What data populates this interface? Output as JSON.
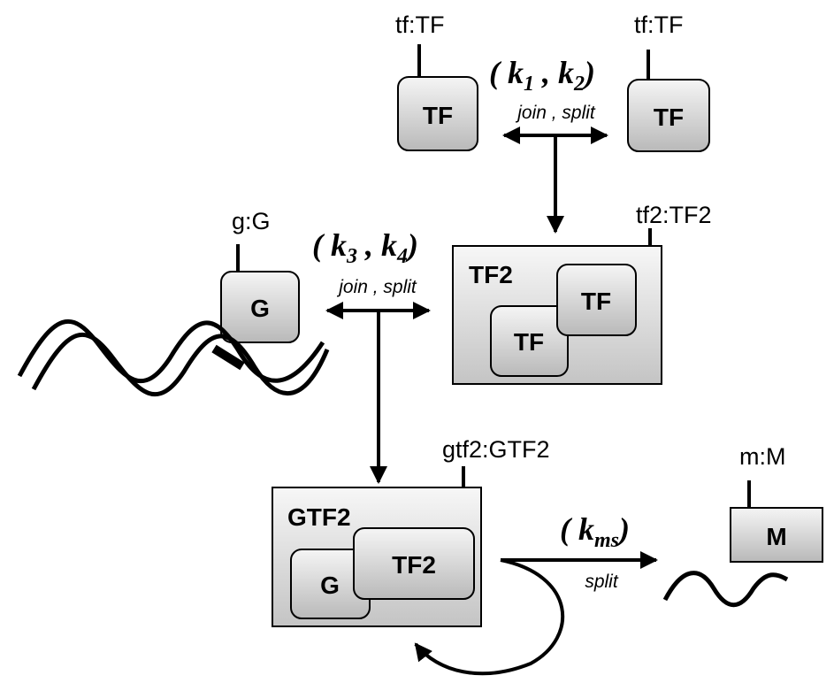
{
  "labels": {
    "tf_left": "tf:TF",
    "tf_right": "tf:TF",
    "tf2": "tf2:TF2",
    "g": "g:G",
    "gtf2": "gtf2:GTF2",
    "m": "m:M"
  },
  "boxes": {
    "tf_left": "TF",
    "tf_right": "TF",
    "tf2_title": "TF2",
    "tf2_inner_a": "TF",
    "tf2_inner_b": "TF",
    "g": "G",
    "gtf2_title": "GTF2",
    "gtf2_inner_g": "G",
    "gtf2_inner_tf2": "TF2",
    "m": "M"
  },
  "reactions": {
    "r1": {
      "k_a": "k",
      "k_a_sub": "1",
      "k_b": "k",
      "k_b_sub": "2",
      "actions": "join , split"
    },
    "r2": {
      "k_a": "k",
      "k_a_sub": "3",
      "k_b": "k",
      "k_b_sub": "4",
      "actions": "join , split"
    },
    "r3": {
      "k": "k",
      "k_sub": "ms",
      "actions": "split"
    }
  },
  "symbols": {
    "open": "(",
    "close": ")",
    "comma": ",",
    "space": " "
  }
}
